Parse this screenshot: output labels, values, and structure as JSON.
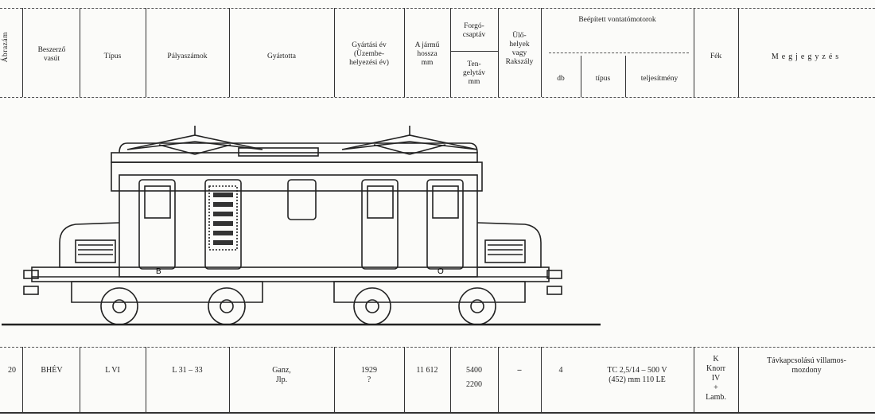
{
  "header": {
    "abrazam": "Ábrazám",
    "beszerzo_vasut": [
      "Beszerző",
      "vasút"
    ],
    "tipus": "Típus",
    "palyaszamok": "Pályaszámok",
    "gyarto": "Gyártotta",
    "gyartasi_ev": [
      "Gyártási év",
      "(Üzembe-",
      "helyezési év)"
    ],
    "jarmu_hossza": [
      "A jármű",
      "hossza",
      "mm"
    ],
    "forgocsaptav": [
      "Forgó-",
      "csaptáv"
    ],
    "tengelytav": [
      "Ten-",
      "gelytáv",
      "mm"
    ],
    "ulohelyek": [
      "Ülő-",
      "helyek",
      "vagy",
      "Rakszály"
    ],
    "motorok_title": "Beépített vontatómotorok",
    "motorok_db": "db",
    "motorok_tipus": "típus",
    "motorok_teljesitmeny": "teljesítmény",
    "fek": "Fék",
    "megjegyzes": "Megjegyzés"
  },
  "row": {
    "abrazam": "20",
    "vasut": "BHÉV",
    "tipus": "L VI",
    "palyaszamok": "L 31 – 33",
    "gyarto": [
      "Ganz,",
      "Jlp."
    ],
    "ev": [
      "1929",
      "?"
    ],
    "hossz": "11 612",
    "forgocsaptav": "5400",
    "tengelytav": "2200",
    "ulohely": "–",
    "motor_db": "4",
    "motor_tipus": [
      "TC 2,5/14 – 500 V",
      "(452) mm   110 LE"
    ],
    "fek": [
      "K",
      "Knorr",
      "IV",
      "+",
      "Lamb."
    ],
    "megjegyzes": [
      "Távkapcsolású villamos-",
      "mozdony"
    ]
  },
  "loco_labels": {
    "left_letter": "B",
    "right_letter": "O"
  }
}
